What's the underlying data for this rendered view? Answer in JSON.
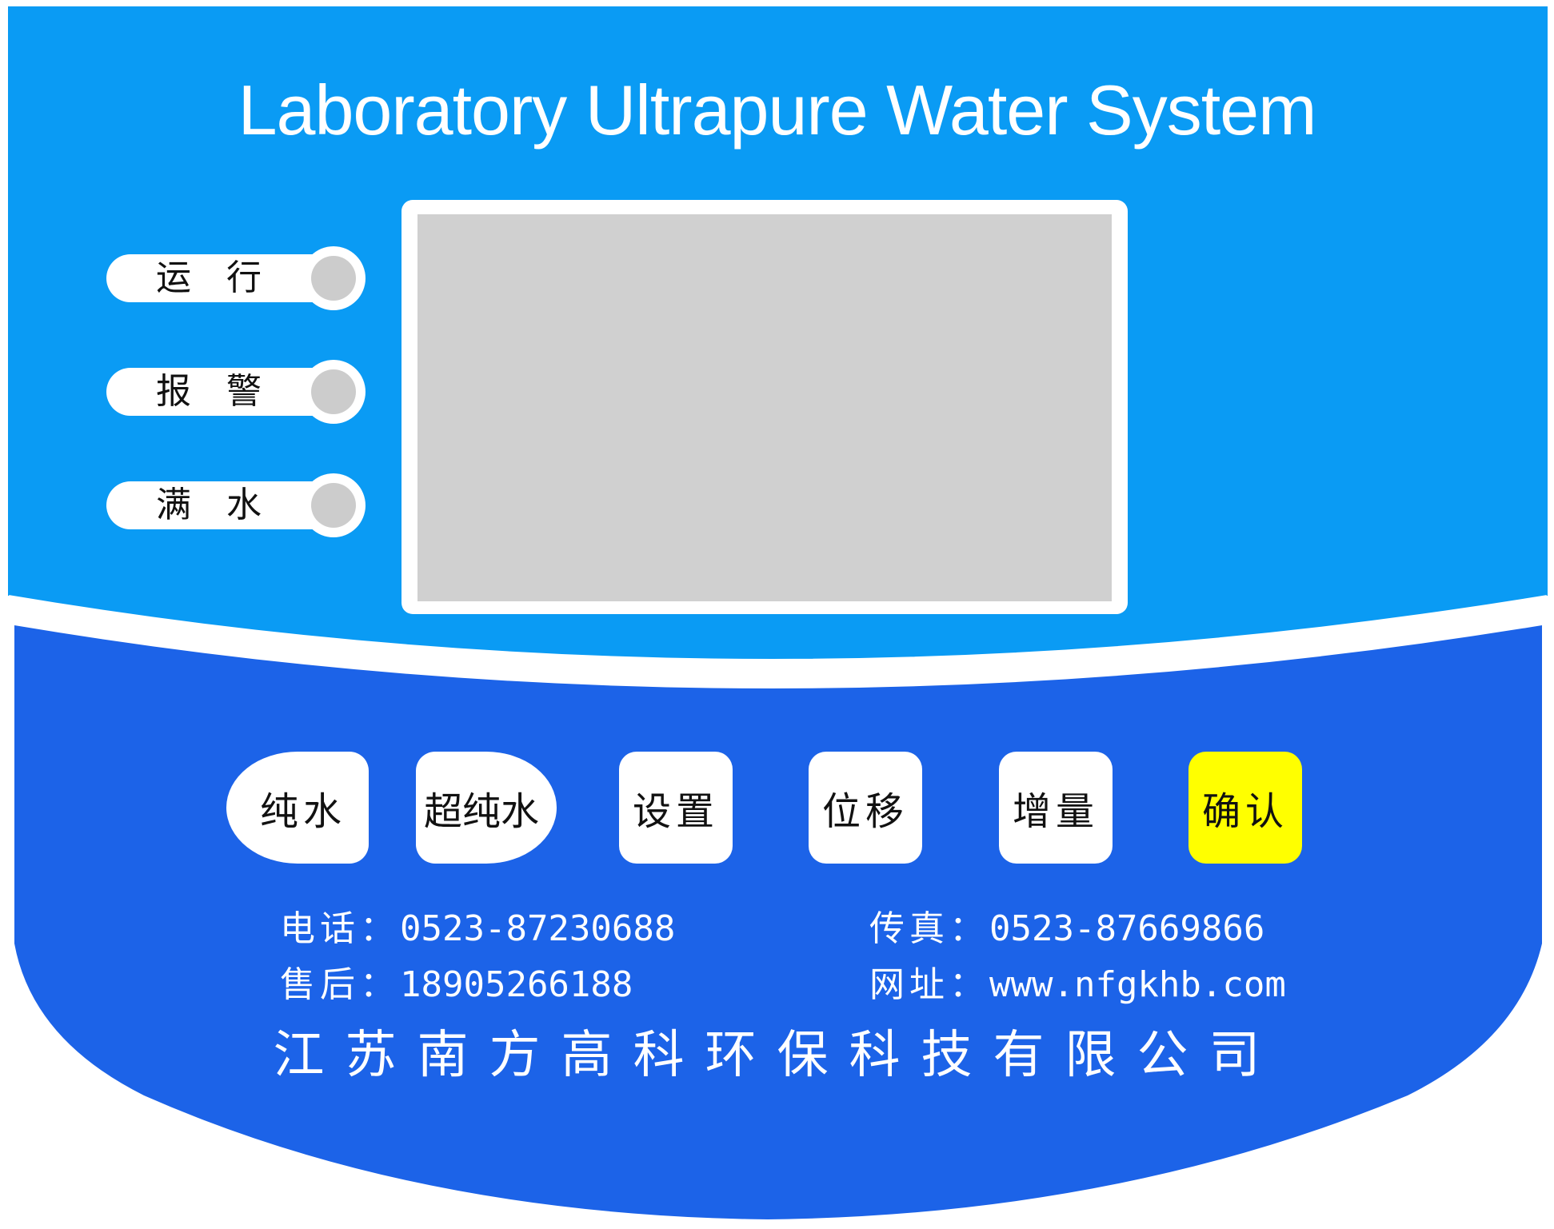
{
  "title": "Laboratory Ultrapure Water System",
  "indicators": [
    {
      "label": "运行"
    },
    {
      "label": "报警"
    },
    {
      "label": "满水"
    }
  ],
  "display": {
    "state": "blank"
  },
  "keys": [
    {
      "label": "纯水"
    },
    {
      "label": "超纯水"
    },
    {
      "label": "设置"
    },
    {
      "label": "位移"
    },
    {
      "label": "增量"
    },
    {
      "label": "确认"
    }
  ],
  "contact": {
    "phone_label": "电话：",
    "phone": "0523-87230688",
    "fax_label": "传真：",
    "fax": "0523-87669866",
    "service_label": "售后：",
    "service": "18905266188",
    "website_label": "网址：",
    "website": "www.nfgkhb.com"
  },
  "company": "江苏南方高科环保科技有限公司",
  "colors": {
    "upper_panel": "#0a9bf4",
    "lower_panel": "#1c63e8",
    "screen": "#d0d0d0",
    "lamp": "#cccccc",
    "confirm_key": "#ffff00"
  }
}
